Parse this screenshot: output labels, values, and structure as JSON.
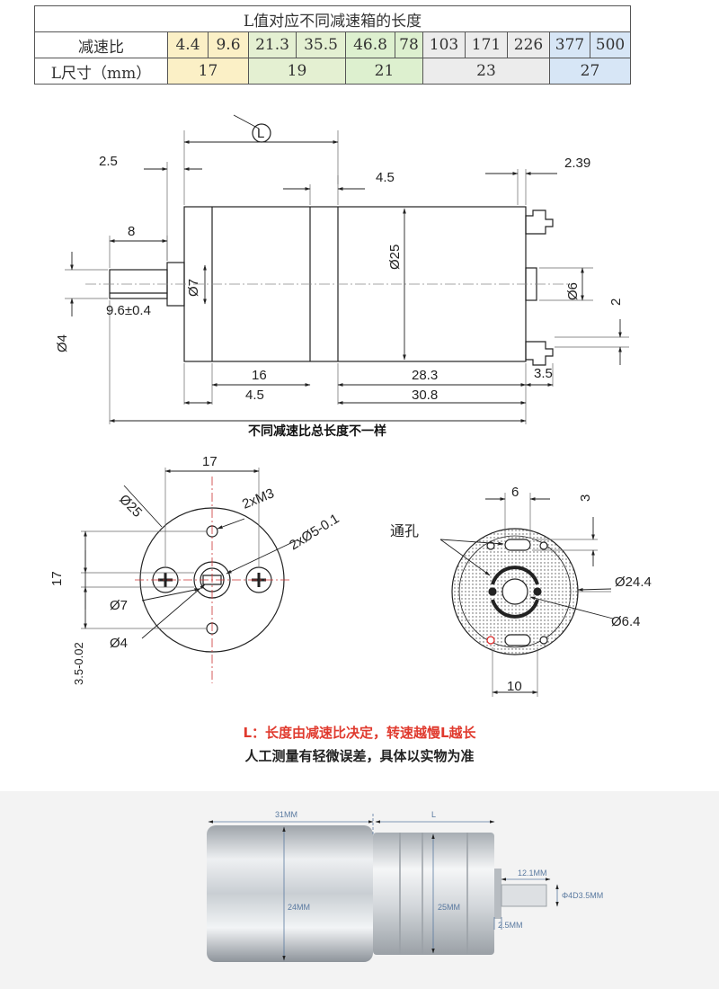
{
  "table": {
    "title": "L值对应不同减速箱的长度",
    "ratio_label": "减速比",
    "size_label": "L尺寸（mm）",
    "ratios": [
      "4.4",
      "9.6",
      "21.3",
      "35.5",
      "46.8",
      "78",
      "103",
      "171",
      "226",
      "377",
      "500"
    ],
    "sizes": [
      "17",
      "19",
      "21",
      "23",
      "27"
    ]
  },
  "side_view": {
    "L_marker": "L",
    "d_2_5": "2.5",
    "d_4_5_top": "4.5",
    "d_2_39": "2.39",
    "d_8": "8",
    "d_dia7": "Ø7",
    "d_dia25": "Ø25",
    "d_dia6": "Ø6",
    "d_2": "2",
    "d_9_6": "9.6±0.4",
    "d_dia4": "Ø4",
    "d_16": "16",
    "d_4_5_bottom": "4.5",
    "d_28_3": "28.3",
    "d_30_8": "30.8",
    "d_3_5": "3.5",
    "caption": "不同减速比总长度不一样"
  },
  "front_view": {
    "d_17_top": "17",
    "d_dia25": "Ø25",
    "d_2xM3": "2xM3",
    "d_2xdia5": "2xØ5-0.1",
    "d_17_left": "17",
    "d_dia7": "Ø7",
    "d_dia4": "Ø4",
    "d_3_5": "3.5-0.02"
  },
  "back_view": {
    "d_6": "6",
    "d_3": "3",
    "through_hole": "通孔",
    "d_dia24_4": "Ø24.4",
    "d_dia6_4": "Ø6.4",
    "d_10": "10"
  },
  "notes": {
    "red": "L：长度由减速比决定，转速越慢L越长",
    "black": "人工测量有轻微误差，具体以实物为准"
  },
  "photo": {
    "len_31": "31MM",
    "len_L": "L",
    "dia_24": "24MM",
    "dia_25": "25MM",
    "shaft_12_1": "12.1MM",
    "shaft_dia": "Φ4D3.5MM",
    "shaft_2_5": "2.5MM"
  },
  "colors": {
    "yellow": "#fbf0c6",
    "green": "#e4f0d2",
    "gray": "#ececec",
    "blue": "#d7e6f6",
    "red_text": "#e03a2e"
  }
}
